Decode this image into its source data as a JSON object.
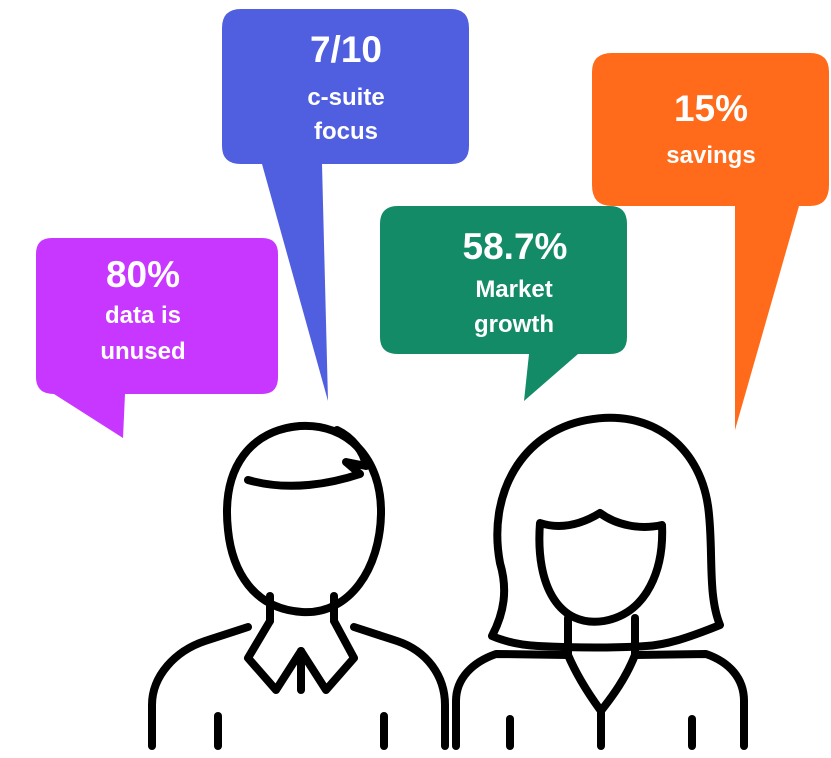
{
  "colors": {
    "purple": "#c837ff",
    "blue": "#4f5fe0",
    "green": "#138b66",
    "orange": "#ff6b1a",
    "person_stroke": "#000000",
    "text": "#ffffff"
  },
  "bubbles": [
    {
      "id": "data-unused",
      "stat": "80%",
      "lines": [
        "data is",
        "unused"
      ]
    },
    {
      "id": "c-suite-focus",
      "stat": "7/10",
      "lines": [
        "c-suite",
        "focus"
      ]
    },
    {
      "id": "market-growth",
      "stat": "58.7%",
      "lines": [
        "Market",
        "growth"
      ]
    },
    {
      "id": "savings",
      "stat": "15%",
      "lines": [
        "savings"
      ]
    }
  ],
  "people": [
    {
      "icon": "man-icon"
    },
    {
      "icon": "woman-icon"
    }
  ]
}
